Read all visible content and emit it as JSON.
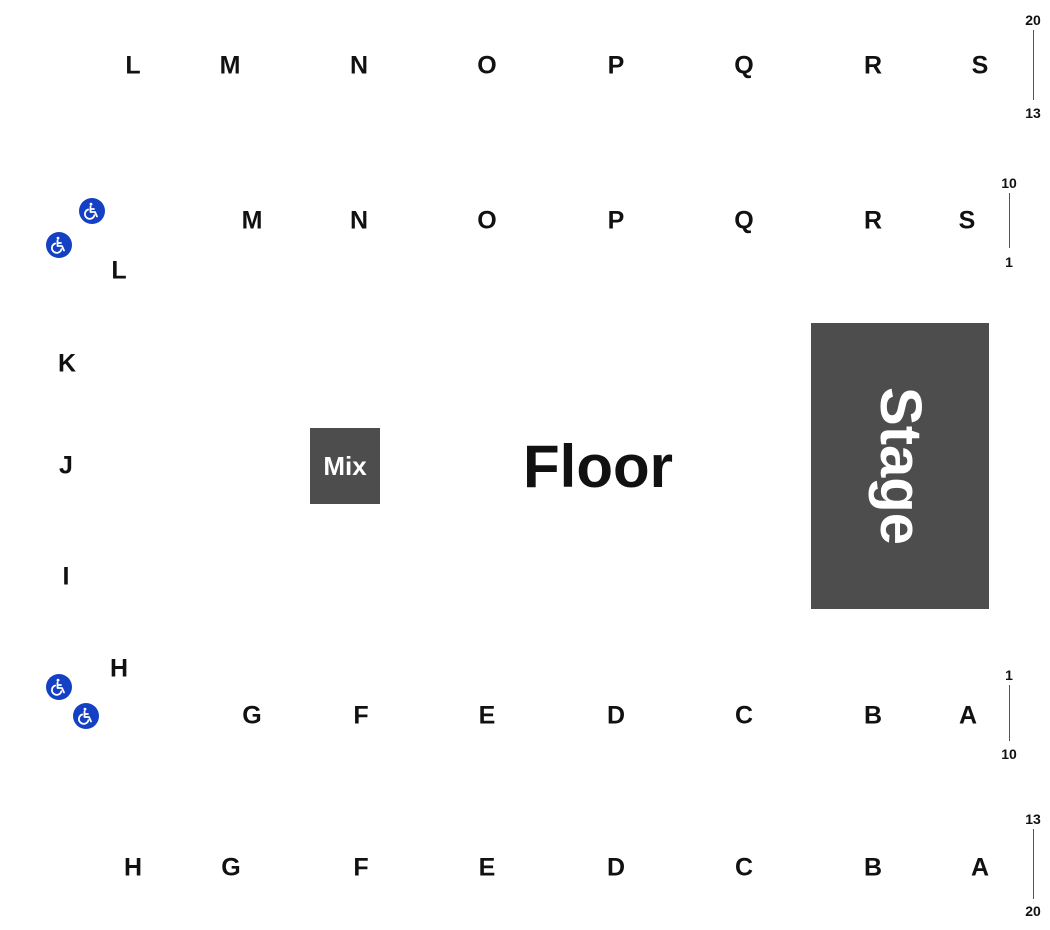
{
  "colors": {
    "block_fill": "#4d4d4d",
    "accessible_blue": "#1440c4",
    "text": "#111111"
  },
  "areas": {
    "floor": "Floor",
    "mix": "Mix",
    "stage": "Stage"
  },
  "rows": {
    "back_outer": [
      "L",
      "M",
      "N",
      "O",
      "P",
      "Q",
      "R",
      "S"
    ],
    "back_inner": [
      "M",
      "N",
      "O",
      "P",
      "Q",
      "R",
      "S"
    ],
    "side": [
      "L",
      "K",
      "J",
      "I",
      "H"
    ],
    "front_inner": [
      "G",
      "F",
      "E",
      "D",
      "C",
      "B",
      "A"
    ],
    "front_outer": [
      "H",
      "G",
      "F",
      "E",
      "D",
      "C",
      "B",
      "A"
    ]
  },
  "seat_ranges": {
    "back_outer": {
      "start": "20",
      "end": "13"
    },
    "back_inner": {
      "start": "10",
      "end": "1"
    },
    "front_inner": {
      "start": "1",
      "end": "10"
    },
    "front_outer": {
      "start": "13",
      "end": "20"
    }
  },
  "icons": {
    "accessible": "wheelchair-icon"
  }
}
